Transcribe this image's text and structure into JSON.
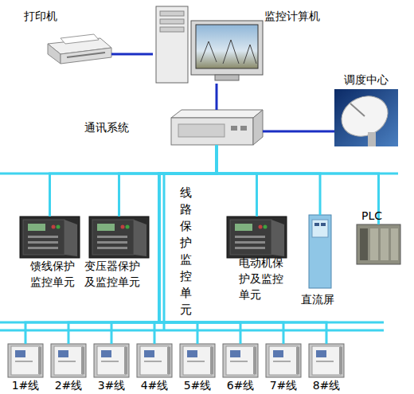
{
  "diagram": {
    "nodes": [
      {
        "text": [
          "打印机"
        ]
      },
      {
        "text": [
          "监控计算机"
        ]
      },
      {
        "text": [
          "调度中心"
        ]
      },
      {
        "text": [
          "通讯系统"
        ]
      },
      {
        "text": [
          "馈线保护监控单元"
        ]
      },
      {
        "text": [
          "变压器保护及监控单元"
        ]
      },
      {
        "text": [
          "电动机保护及监控单元"
        ]
      },
      {
        "text": [
          "直流屏"
        ]
      },
      {
        "text": [
          "PLC"
        ]
      },
      {
        "text": [
          "1#线"
        ]
      },
      {
        "text": [
          "2#线"
        ]
      },
      {
        "text": [
          "3#线"
        ]
      },
      {
        "text": [
          "4#线"
        ]
      },
      {
        "text": [
          "5#线"
        ]
      },
      {
        "text": [
          "6#线"
        ]
      },
      {
        "text": [
          "7#线"
        ]
      },
      {
        "text": [
          "8#线"
        ]
      }
    ],
    "edges": [
      {
        "from": 0,
        "to": 1,
        "arrow": "none"
      },
      {
        "from": 1,
        "to": 3,
        "arrow": "none"
      },
      {
        "from": 3,
        "to": 2,
        "arrow": "none"
      },
      {
        "from": 3,
        "to": 4,
        "arrow": "none"
      },
      {
        "from": 3,
        "to": 5,
        "arrow": "none"
      },
      {
        "from": 3,
        "to": 6,
        "arrow": "none"
      },
      {
        "from": 3,
        "to": 7,
        "arrow": "none"
      },
      {
        "from": 3,
        "to": 8,
        "arrow": "none"
      },
      {
        "from": 3,
        "to": 9,
        "arrow": "none"
      },
      {
        "from": 3,
        "to": 10,
        "arrow": "none"
      },
      {
        "from": 3,
        "to": 11,
        "arrow": "none"
      },
      {
        "from": 3,
        "to": 12,
        "arrow": "none"
      },
      {
        "from": 3,
        "to": 13,
        "arrow": "none"
      },
      {
        "from": 3,
        "to": 14,
        "arrow": "none"
      },
      {
        "from": 3,
        "to": 15,
        "arrow": "none"
      },
      {
        "from": 3,
        "to": 16,
        "arrow": "none"
      }
    ],
    "labels": [
      "线路保护监控单元"
    ]
  }
}
